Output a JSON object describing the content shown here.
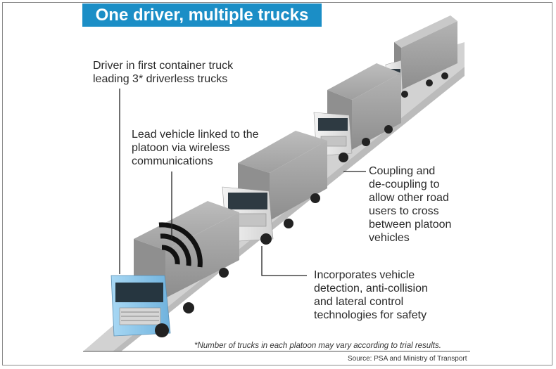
{
  "title": "One driver, multiple trucks",
  "callouts": {
    "driver": [
      "Driver in first container truck",
      "leading 3* driverless trucks"
    ],
    "lead_vehicle": [
      "Lead vehicle linked to the",
      "platoon via wireless",
      "communications"
    ],
    "coupling": [
      "Coupling and",
      "de-coupling to",
      "allow other road",
      "users to cross",
      "between platoon",
      "vehicles"
    ],
    "detection": [
      "Incorporates vehicle",
      "detection, anti-collision",
      "and lateral control",
      "technologies for safety"
    ]
  },
  "footnote": "*Number of trucks in each platoon may vary according to trial results.",
  "source": "Source: PSA and Ministry of Transport",
  "colors": {
    "title_bg": "#1b8ec6",
    "lead_cab": "#8ec9ec",
    "cab": "#e8e8e8",
    "container": "#9a9a9a",
    "road": "#cfcfcf",
    "signal": "#111111"
  },
  "trucks": [
    {
      "role": "lead",
      "icon": "truck-cab-blue"
    },
    {
      "role": "follower",
      "icon": "truck-cab-white"
    },
    {
      "role": "follower",
      "icon": "truck-cab-white"
    },
    {
      "role": "follower",
      "icon": "truck-cab-white"
    }
  ]
}
